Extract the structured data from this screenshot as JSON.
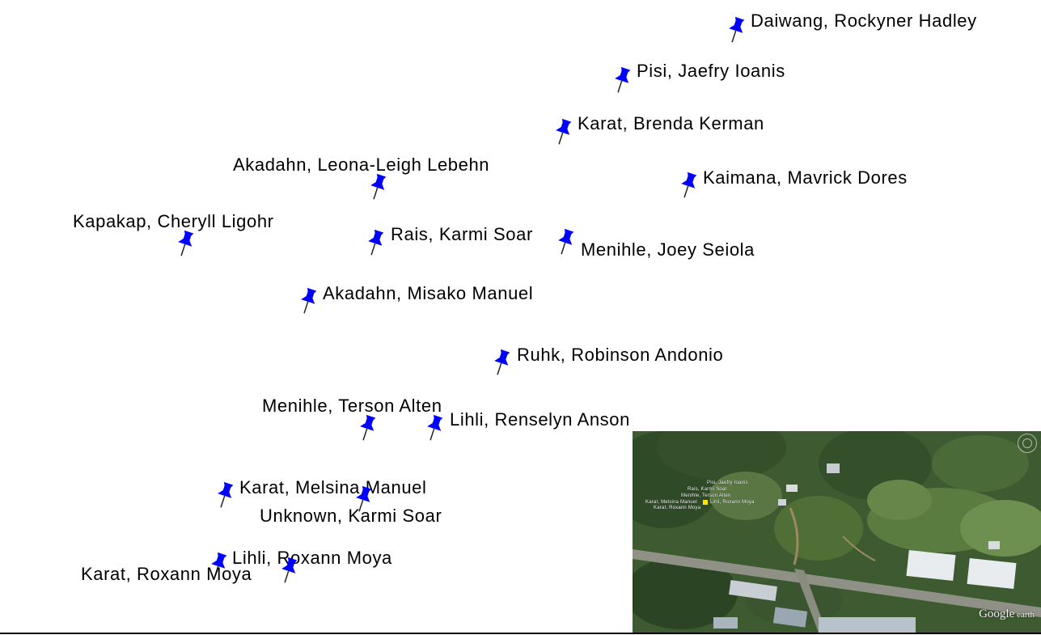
{
  "pin_style": {
    "icon": "pushpin-icon",
    "color": "#0000ff",
    "label_color": "#000000"
  },
  "pins": [
    {
      "label": "Daiwang, Rockyner Hadley"
    },
    {
      "label": "Pisi, Jaefry Ioanis"
    },
    {
      "label": "Karat, Brenda Kerman"
    },
    {
      "label": "Akadahn, Leona-Leigh Lebehn"
    },
    {
      "label": "Kaimana, Mavrick  Dores"
    },
    {
      "label": "Kapakap, Cheryll Ligohr"
    },
    {
      "label": "Rais, Karmi Soar"
    },
    {
      "label": "Menihle, Joey Seiola"
    },
    {
      "label": "Akadahn, Misako Manuel"
    },
    {
      "label": "Ruhk, Robinson Andonio"
    },
    {
      "label": "Menihle, Terson Alten"
    },
    {
      "label": "Lihli, Renselyn Anson"
    },
    {
      "label": "Karat, Melsina Manuel"
    },
    {
      "label": "Unknown, Karmi Soar"
    },
    {
      "label": "Lihli, Roxann Moya"
    },
    {
      "label": "Karat, Roxann Moya"
    }
  ],
  "inset": {
    "labels": [
      "Pisi, Jaefry Ioanis",
      "Rais, Karmi Soar",
      "Menihle, Terson Alten",
      "Karat, Melsina Manuel",
      "Lihli, Roxann Moya",
      "Karat, Roxann Moya"
    ],
    "logo": "Google",
    "logo_suffix": " earth",
    "pin_color": "#ffe600"
  }
}
